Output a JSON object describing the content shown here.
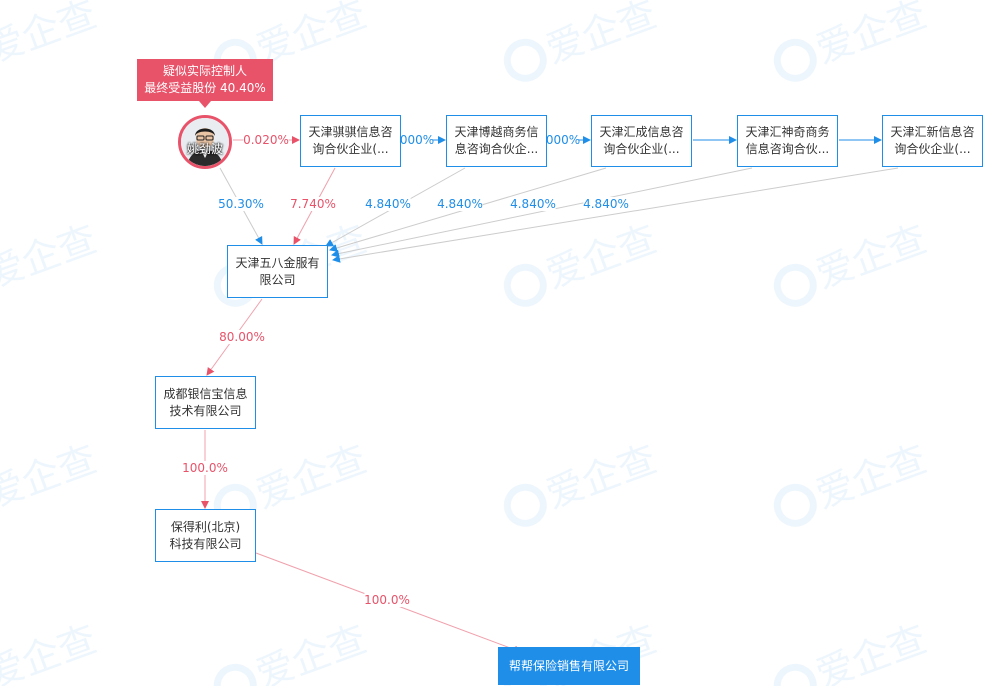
{
  "watermark_text": "爱企查",
  "tooltip": {
    "line1": "疑似实际控制人",
    "line2": "最终受益股份 40.40%"
  },
  "person": {
    "name": "姚劲波",
    "icon": "person-avatar-photo"
  },
  "nodes": {
    "n1": {
      "line1": "天津骐骐信息咨",
      "line2": "询合伙企业(..."
    },
    "n2": {
      "line1": "天津博越商务信",
      "line2": "息咨询合伙企..."
    },
    "n3": {
      "line1": "天津汇成信息咨",
      "line2": "询合伙企业(..."
    },
    "n4": {
      "line1": "天津汇神奇商务",
      "line2": "信息咨询合伙..."
    },
    "n5": {
      "line1": "天津汇新信息咨",
      "line2": "询合伙企业(..."
    },
    "wuba": {
      "line1": "天津五八金服有",
      "line2": "限公司"
    },
    "chengdu": {
      "line1": "成都银信宝信息",
      "line2": "技术有限公司"
    },
    "baodeli": {
      "line1": "保得利(北京)",
      "line2": "科技有限公司"
    },
    "target": {
      "line1": "帮帮保险销售有限公司"
    }
  },
  "edges": {
    "person_n1": "0.020%",
    "n1_n2": "000%",
    "n2_n3": "000%",
    "person_wuba": "50.30%",
    "n1_wuba": "7.740%",
    "n2_wuba": "4.840%",
    "n3_wuba": "4.840%",
    "n4_wuba": "4.840%",
    "n5_wuba": "4.840%",
    "wuba_chengdu": "80.00%",
    "chengdu_baodeli": "100.0%",
    "baodeli_target": "100.0%"
  },
  "colors": {
    "red": "#e8536a",
    "red_line": "#f0a0ac",
    "blue": "#1f8ee8",
    "gray_line": "#cccccc",
    "text": "#333333"
  }
}
